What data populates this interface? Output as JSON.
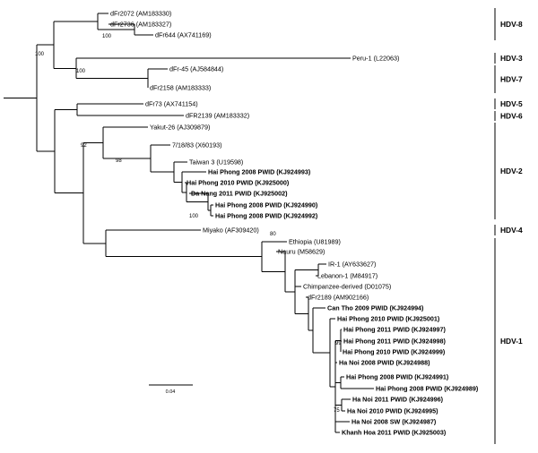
{
  "tips": [
    {
      "id": "t1",
      "label": "dFr2072 (AM183330)",
      "bold": false
    },
    {
      "id": "t2",
      "label": "dFr2736 (AM183327)",
      "bold": false
    },
    {
      "id": "t3",
      "label": "dFr644 (AX741169)",
      "bold": false
    },
    {
      "id": "t4",
      "label": "Peru-1 (L22063)",
      "bold": false
    },
    {
      "id": "t5",
      "label": "dFr-45 (AJ584844)",
      "bold": false
    },
    {
      "id": "t6",
      "label": "dFr2158 (AM183333)",
      "bold": false
    },
    {
      "id": "t7",
      "label": "dFr73 (AX741154)",
      "bold": false
    },
    {
      "id": "t8",
      "label": "dFR2139 (AM183332)",
      "bold": false
    },
    {
      "id": "t9",
      "label": "Yakut-26 (AJ309879)",
      "bold": false
    },
    {
      "id": "t10",
      "label": "7/18/83 (X60193)",
      "bold": false
    },
    {
      "id": "t11",
      "label": "Taiwan 3 (U19598)",
      "bold": false
    },
    {
      "id": "t12",
      "label": "Hai Phong 2008 PWID (KJ924993)",
      "bold": true
    },
    {
      "id": "t13",
      "label": "Hai Phong 2010 PWID (KJ925000)",
      "bold": true
    },
    {
      "id": "t14",
      "label": "Da Nang 2011 PWID (KJ925002)",
      "bold": true
    },
    {
      "id": "t15",
      "label": "Hai Phong 2008 PWID (KJ924990)",
      "bold": true
    },
    {
      "id": "t16",
      "label": "Hai Phong 2008 PWID (KJ924992)",
      "bold": true
    },
    {
      "id": "t17",
      "label": "Miyako (AF309420)",
      "bold": false
    },
    {
      "id": "t18",
      "label": "Ethiopia (U81989)",
      "bold": false
    },
    {
      "id": "t19",
      "label": "Nauru (M58629)",
      "bold": false
    },
    {
      "id": "t20",
      "label": "IR-1 (AY633627)",
      "bold": false
    },
    {
      "id": "t21",
      "label": "Lebanon-1 (M84917)",
      "bold": false
    },
    {
      "id": "t22",
      "label": "Chimpanzee-derived (D01075)",
      "bold": false
    },
    {
      "id": "t23",
      "label": "dFr2189 (AM902166)",
      "bold": false
    },
    {
      "id": "t24",
      "label": "Can Tho 2009 PWID (KJ924994)",
      "bold": true
    },
    {
      "id": "t25",
      "label": "Hai Phong 2010 PWID (KJ925001)",
      "bold": true
    },
    {
      "id": "t26",
      "label": "Hai Phong 2011 PWID (KJ924997)",
      "bold": true
    },
    {
      "id": "t27",
      "label": "Hai Phong 2011 PWID (KJ924998)",
      "bold": true
    },
    {
      "id": "t28",
      "label": "Hai Phong 2010 PWID (KJ924999)",
      "bold": true
    },
    {
      "id": "t29",
      "label": "Ha Noi 2008 PWID (KJ924988)",
      "bold": true
    },
    {
      "id": "t30",
      "label": "Hai Phong 2008 PWID (KJ924991)",
      "bold": true
    },
    {
      "id": "t31",
      "label": "Hai Phong 2008 PWID (KJ924989)",
      "bold": true
    },
    {
      "id": "t32",
      "label": "Ha Noi 2011 PWID (KJ924996)",
      "bold": true
    },
    {
      "id": "t33",
      "label": "Ha Noi 2010 PWID (KJ924995)",
      "bold": true
    },
    {
      "id": "t34",
      "label": "Ha Noi 2008 SW (KJ924987)",
      "bold": true
    },
    {
      "id": "t35",
      "label": "Khanh Hoa 2011 PWID (KJ925003)",
      "bold": true
    }
  ],
  "bootstrap_values": [
    "100",
    "100",
    "100",
    "92",
    "98",
    "100",
    "80",
    "99",
    "75"
  ],
  "genotype_groups": [
    "HDV-8",
    "HDV-3",
    "HDV-7",
    "HDV-5",
    "HDV-6",
    "HDV-2",
    "HDV-4",
    "HDV-1"
  ],
  "scale_bar_label": "0.04"
}
